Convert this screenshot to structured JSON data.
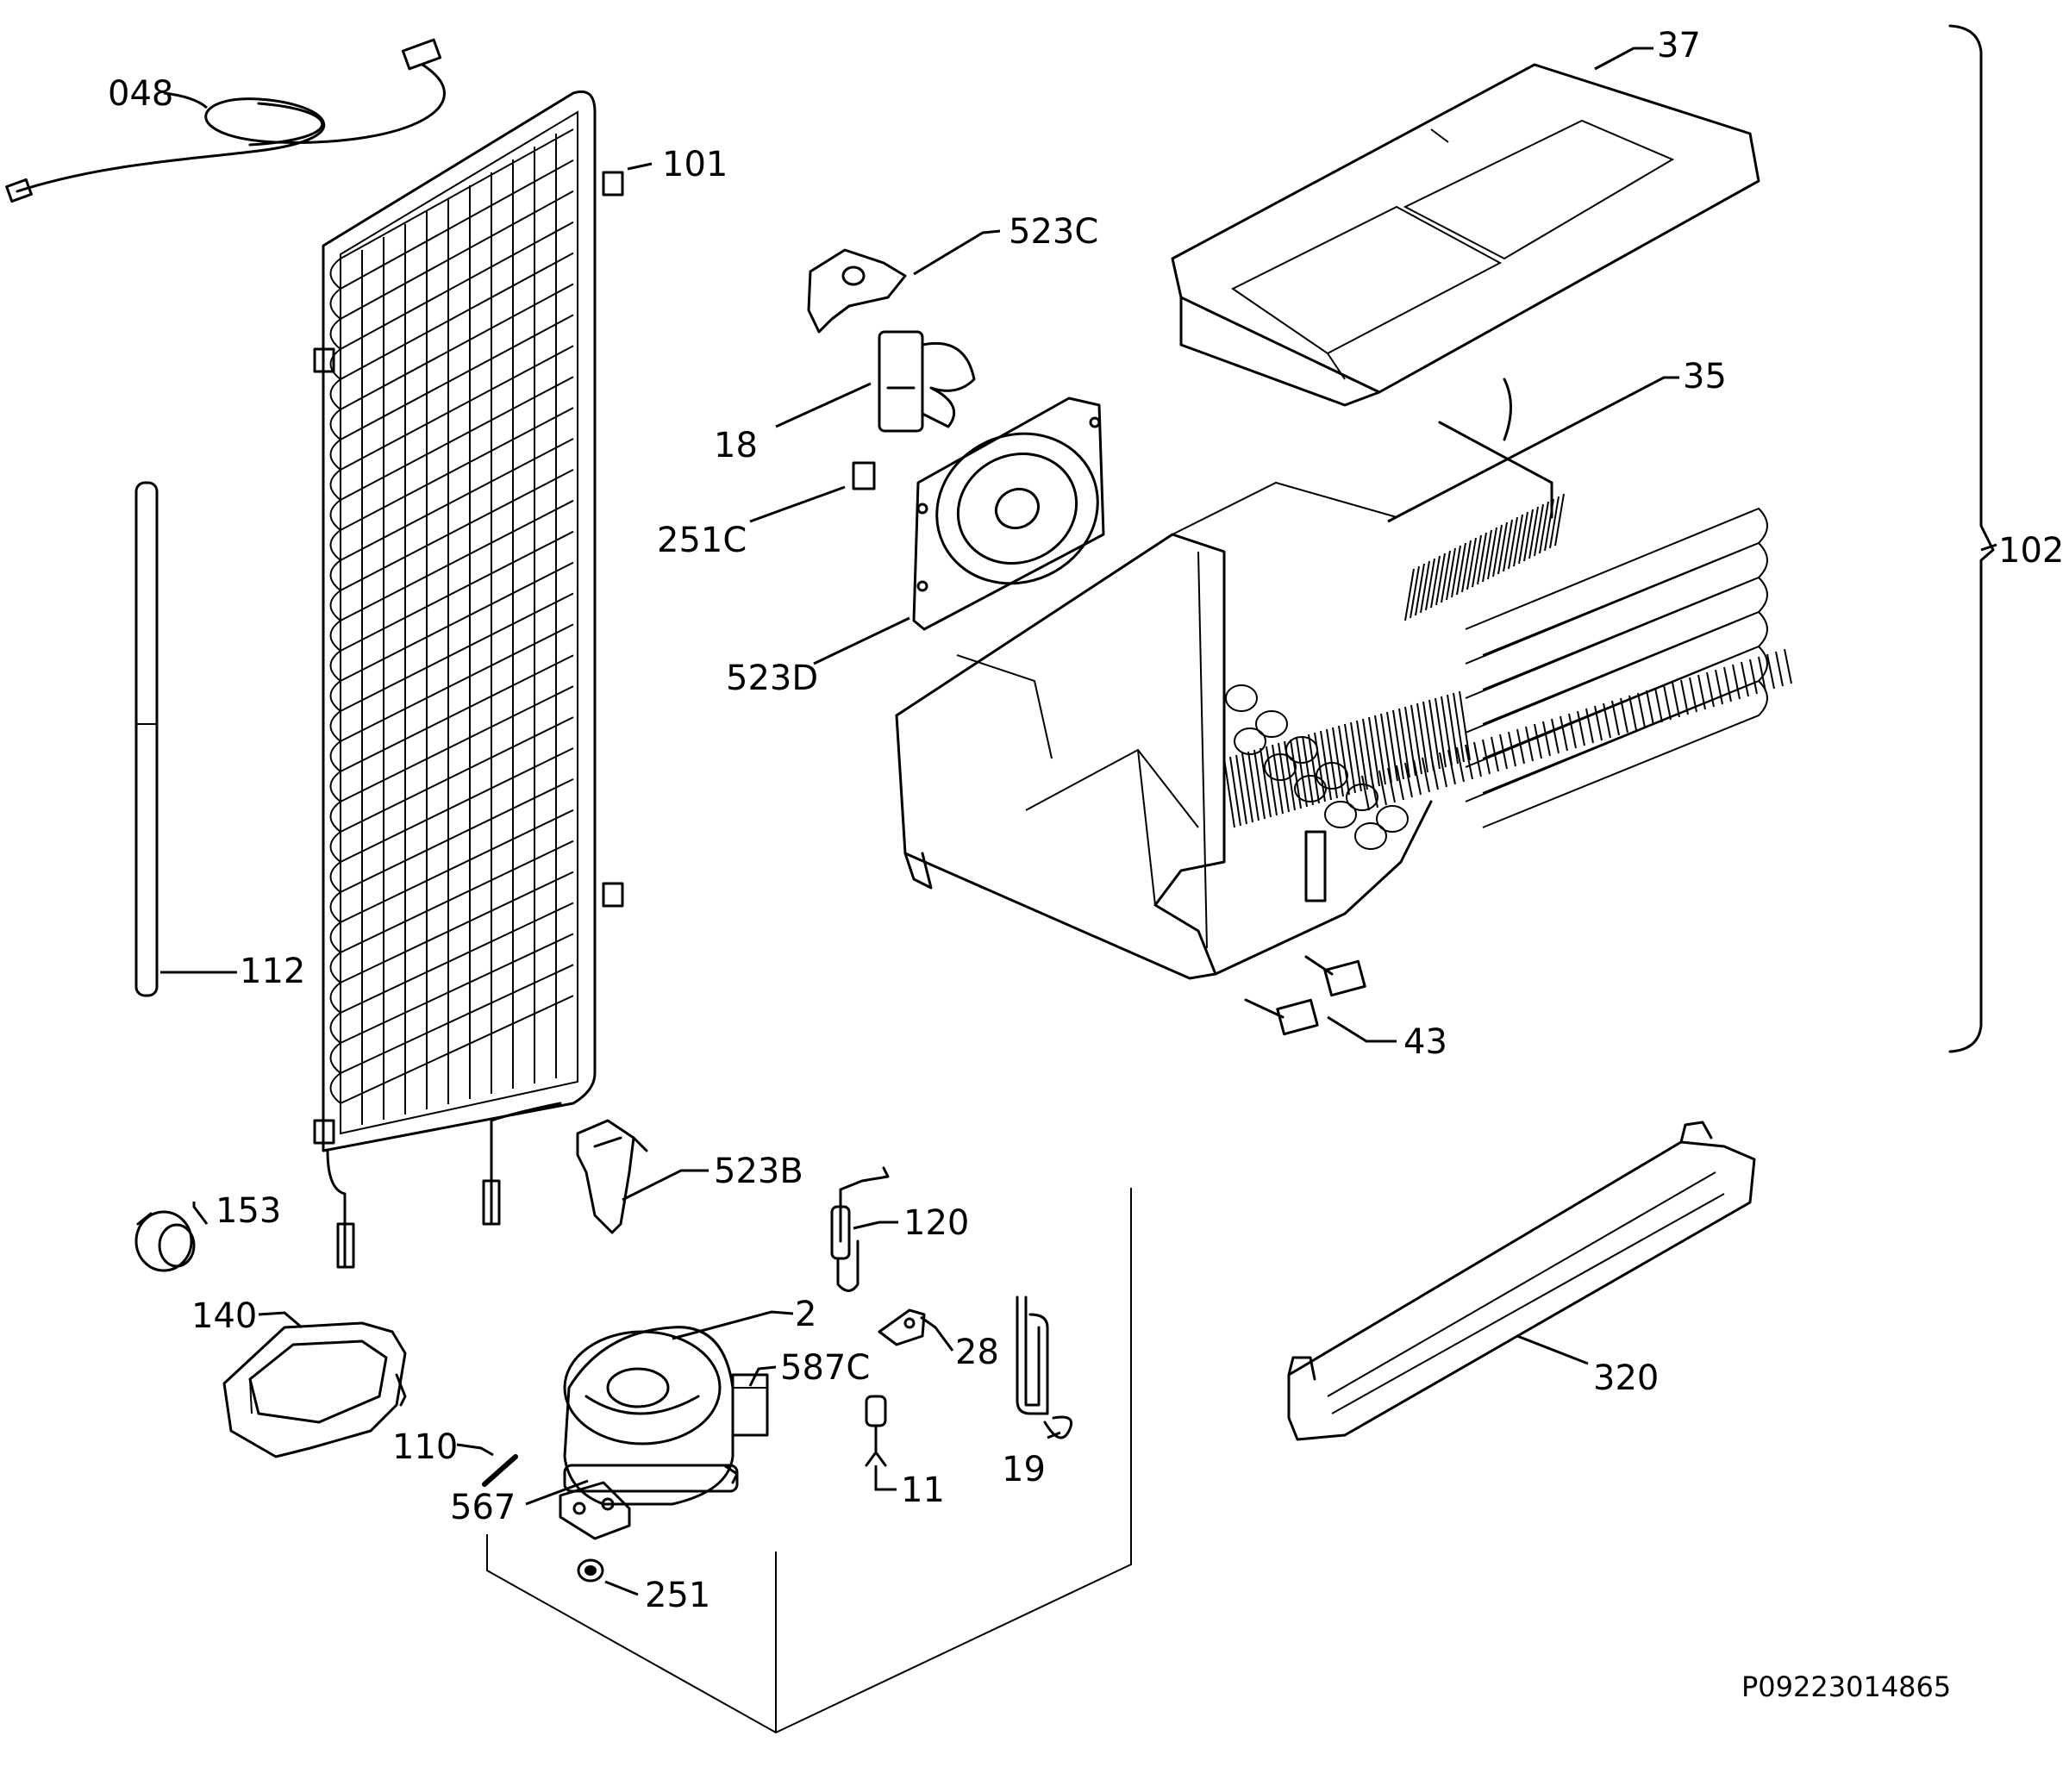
{
  "labels": {
    "p048": "048",
    "p101": "101",
    "p112": "112",
    "p153": "153",
    "p140": "140",
    "p110": "110",
    "p567": "567",
    "p251": "251",
    "p2": "2",
    "p587c": "587C",
    "p11": "11",
    "p28": "28",
    "p19": "19",
    "p120": "120",
    "p523b": "523B",
    "p523c": "523C",
    "p18": "18",
    "p251c": "251C",
    "p523d": "523D",
    "p37": "37",
    "p35": "35",
    "p102": "102",
    "p43": "43",
    "p320": "320"
  },
  "drawing_code": "P09223014865"
}
